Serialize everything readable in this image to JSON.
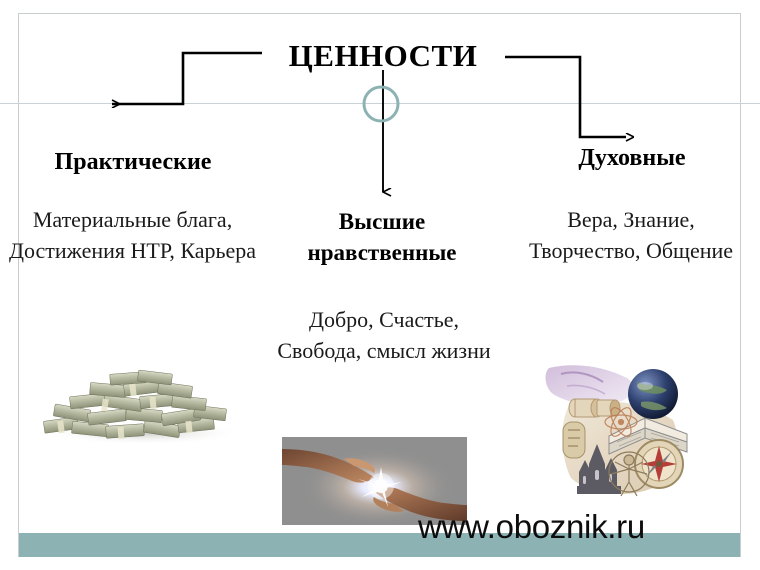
{
  "slide": {
    "title": "ЦЕННОСТИ",
    "watermark": "www.oboznik.ru",
    "accent_color": "#8cb2b3",
    "line_color": "#c9d2d4",
    "text_color": "#000000"
  },
  "columns": {
    "left": {
      "heading": "Практические",
      "items": "Материальные блага, Достижения НТР, Карьера",
      "image_caption": "money-pile-image"
    },
    "center": {
      "heading": "Высшие нравственные",
      "items": "Добро, Счастье, Свобода, смысл жизни",
      "image_caption": "two-hands-light-image"
    },
    "right": {
      "heading": "Духовные",
      "items": "Вера, Знание, Творчество, Общение",
      "image_caption": "knowledge-collage-image"
    }
  },
  "connectors": {
    "left_arrow": "arrow-left",
    "center_arrow": "arrow-down",
    "right_arrow": "arrow-right",
    "node_marker": "circle-node"
  }
}
